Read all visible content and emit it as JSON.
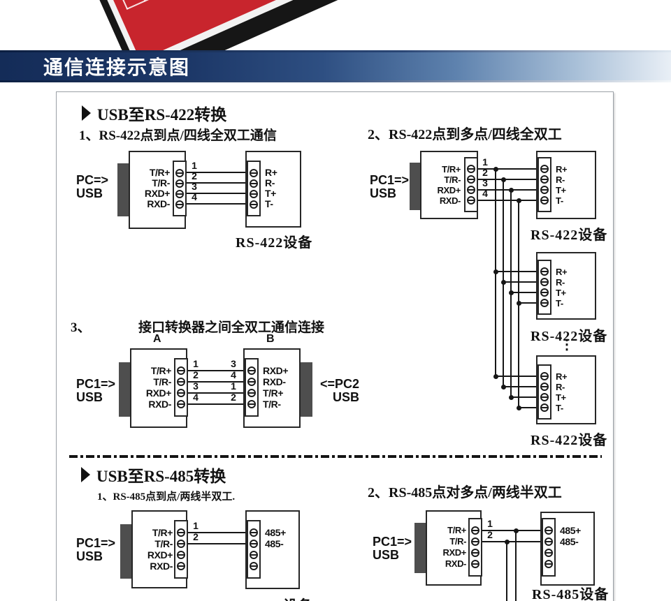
{
  "banner": {
    "title": "通信连接示意图"
  },
  "colors": {
    "banner_navy": "#142c58",
    "banner_fade": "#e9eff6",
    "pcb_red": "#c8252d",
    "terminal_green": "#2f9e41",
    "line_black": "#161616"
  },
  "sections": {
    "rs422": {
      "header": "USB至RS-422转换",
      "d1_title": "1、RS-422点到点/四线全双工通信",
      "d2_title": "2、RS-422点到多点/四线全双工",
      "d3_num": "3、",
      "d3_title": "接口转换器之间全双工通信连接"
    },
    "rs485": {
      "header": "USB至RS-485转换",
      "d1_title": "1、RS-485点到点/两线半双工.",
      "d2_title": "2、RS-485点对多点/两线半双工"
    }
  },
  "labels": {
    "pc": "PC=>",
    "pc1": "PC1=>",
    "pc2": "<=PC2",
    "usb": "USB",
    "rs422_device": "RS-422设备",
    "rs485_device": "RS-485设备",
    "conv_a": "A",
    "conv_b": "B",
    "ellipsis": "⋮"
  },
  "pins": {
    "converter": [
      "T/R+",
      "T/R-",
      "RXD+",
      "RXD-"
    ],
    "converter_b": [
      "RXD+",
      "RXD-",
      "T/R+",
      "T/R-"
    ],
    "rs422_device": [
      "R+",
      "R-",
      "T+",
      "T-"
    ],
    "rs485_device": [
      "485+",
      "485-"
    ]
  },
  "wires": {
    "four": [
      "1",
      "2",
      "3",
      "4"
    ],
    "two": [
      "1",
      "2"
    ],
    "b_side": [
      "3",
      "4",
      "1",
      "2"
    ]
  }
}
